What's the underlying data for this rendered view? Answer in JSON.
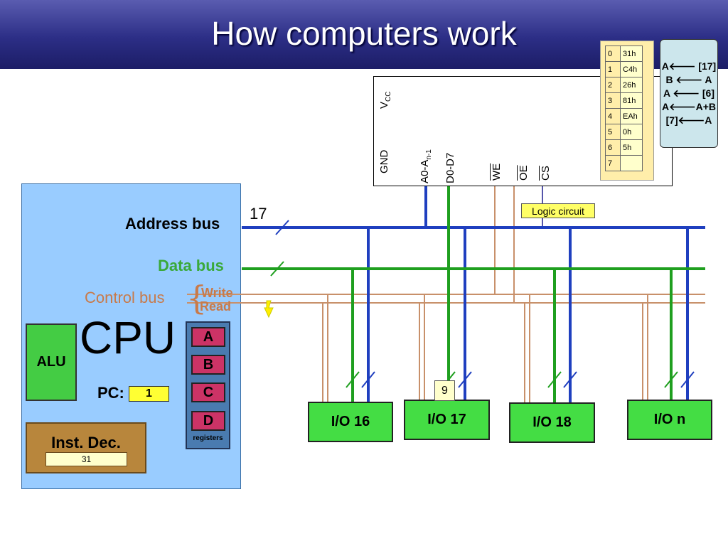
{
  "title": "How computers work",
  "buses": {
    "address_label": "Address bus",
    "data_label": "Data bus",
    "control_label": "Control bus",
    "write_label": "Write",
    "read_label": "Read",
    "address_width": "17"
  },
  "cpu": {
    "label": "CPU",
    "alu_label": "ALU",
    "pc_label": "PC:",
    "pc_value": "1",
    "registers": [
      "A",
      "B",
      "C",
      "D"
    ],
    "registers_caption": "registers",
    "inst_dec_label": "Inst. Dec.",
    "inst_dec_value": "31"
  },
  "io_devices": {
    "io16": "I/O 16",
    "io17": "I/O 17",
    "io18": "I/O 18",
    "ion": "I/O n",
    "io17_value": "9"
  },
  "memory_chip": {
    "pins": {
      "vcc": "V",
      "vcc_sub": "CC",
      "gnd": "GND",
      "addr_prefix": "A0-A",
      "addr_sub": "n-1",
      "data": "D0-D7",
      "we": "WE",
      "oe": "OE",
      "cs": "CS"
    },
    "logic_circuit_label": "Logic circuit",
    "contents": {
      "addresses": [
        "0",
        "1",
        "2",
        "3",
        "4",
        "5",
        "6",
        "7"
      ],
      "values": [
        "31h",
        "C4h",
        "26h",
        "81h",
        "EAh",
        "0h",
        "5h",
        ""
      ]
    }
  },
  "program": {
    "lines": [
      "A🡐 [17]",
      "B 🡐 A",
      "A 🡐 [6]",
      "A🡐A+B",
      "[7]🡐A"
    ]
  },
  "colors": {
    "address_bus": "#1f3fbf",
    "data_bus": "#1f9f1f",
    "control_bus": "#c8906a",
    "header": "#2c2e86"
  }
}
